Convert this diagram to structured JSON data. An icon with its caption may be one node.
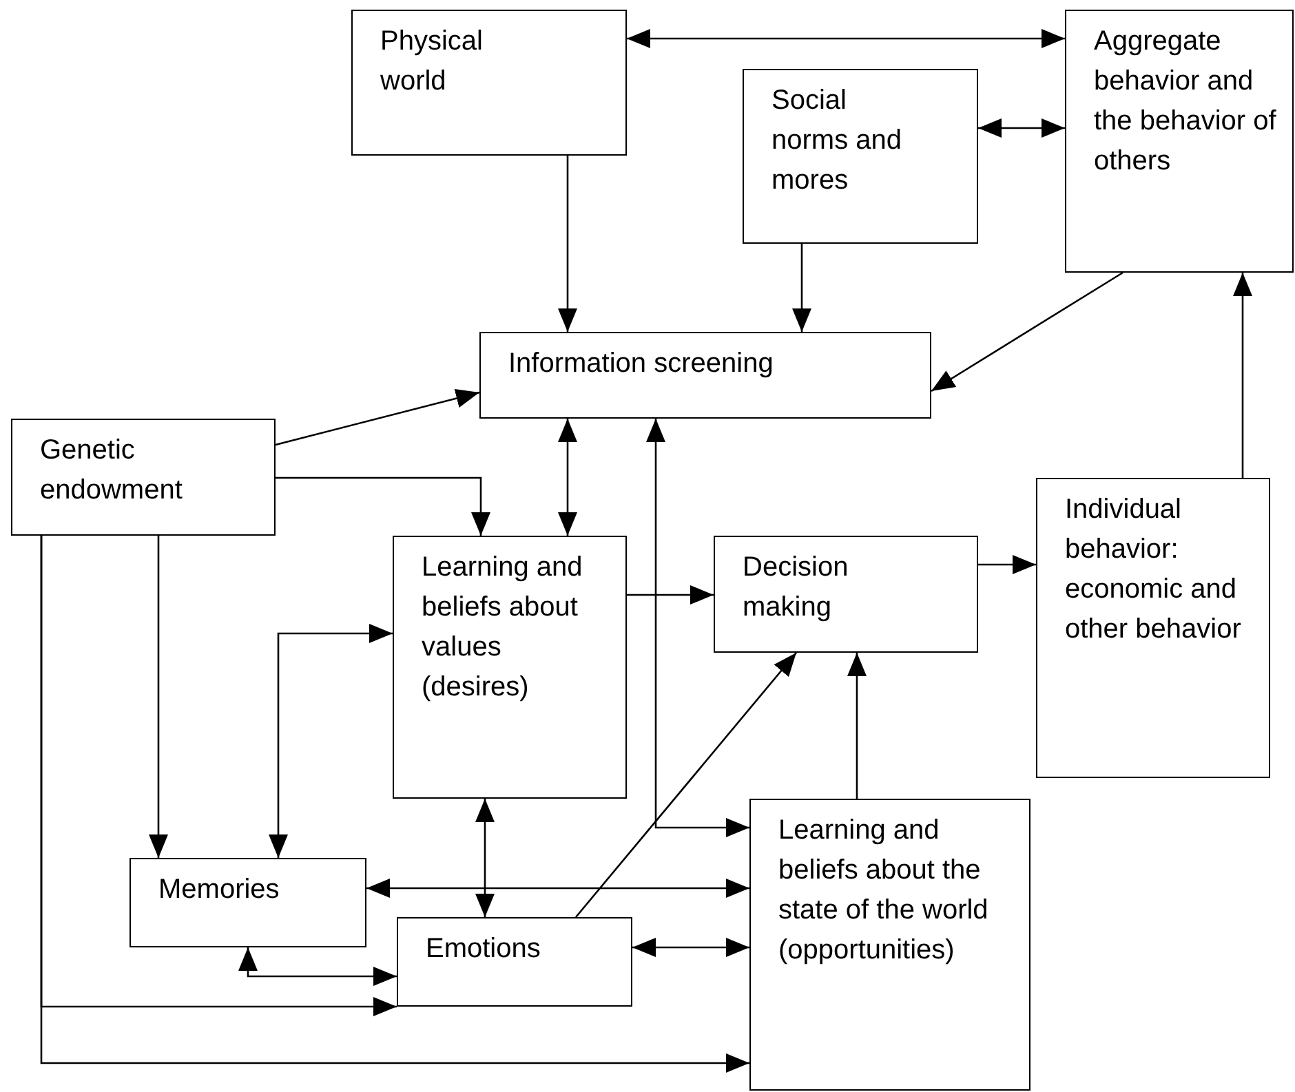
{
  "diagram": {
    "nodes": [
      {
        "text": [
          "Physical world"
        ]
      },
      {
        "text": [
          "Social norms and mores"
        ]
      },
      {
        "text": [
          "Aggregate behavior and the behavior of others"
        ]
      },
      {
        "text": [
          "Information screening"
        ]
      },
      {
        "text": [
          "Genetic endowment"
        ]
      },
      {
        "text": [
          "Learning and beliefs about values (desires)"
        ]
      },
      {
        "text": [
          "Decision making"
        ]
      },
      {
        "text": [
          "Individual behavior: economic and other behavior"
        ]
      },
      {
        "text": [
          "Memories"
        ]
      },
      {
        "text": [
          "Emotions"
        ]
      },
      {
        "text": [
          "Learning and beliefs about the state of the world (opportunities)"
        ]
      }
    ],
    "edges": [
      {
        "from": 0,
        "to": 2,
        "arrow": "both"
      },
      {
        "from": 1,
        "to": 2,
        "arrow": "both"
      },
      {
        "from": 0,
        "to": 3,
        "arrow": "to"
      },
      {
        "from": 1,
        "to": 3,
        "arrow": "to"
      },
      {
        "from": 2,
        "to": 3,
        "arrow": "to"
      },
      {
        "from": 4,
        "to": 3,
        "arrow": "to"
      },
      {
        "from": 4,
        "to": 5,
        "arrow": "to"
      },
      {
        "from": 3,
        "to": 5,
        "arrow": "both"
      },
      {
        "from": 3,
        "to": 10,
        "arrow": "both"
      },
      {
        "from": 5,
        "to": 6,
        "arrow": "to"
      },
      {
        "from": 6,
        "to": 7,
        "arrow": "to"
      },
      {
        "from": 7,
        "to": 2,
        "arrow": "to"
      },
      {
        "from": 4,
        "to": 8,
        "arrow": "to"
      },
      {
        "from": 5,
        "to": 8,
        "arrow": "both"
      },
      {
        "from": 4,
        "to": 9,
        "arrow": "to"
      },
      {
        "from": 4,
        "to": 10,
        "arrow": "to"
      },
      {
        "from": 5,
        "to": 9,
        "arrow": "both"
      },
      {
        "from": 9,
        "to": 6,
        "arrow": "to"
      },
      {
        "from": 10,
        "to": 6,
        "arrow": "to"
      },
      {
        "from": 8,
        "to": 10,
        "arrow": "both"
      },
      {
        "from": 9,
        "to": 10,
        "arrow": "both"
      },
      {
        "from": 8,
        "to": 9,
        "arrow": "both"
      }
    ]
  }
}
